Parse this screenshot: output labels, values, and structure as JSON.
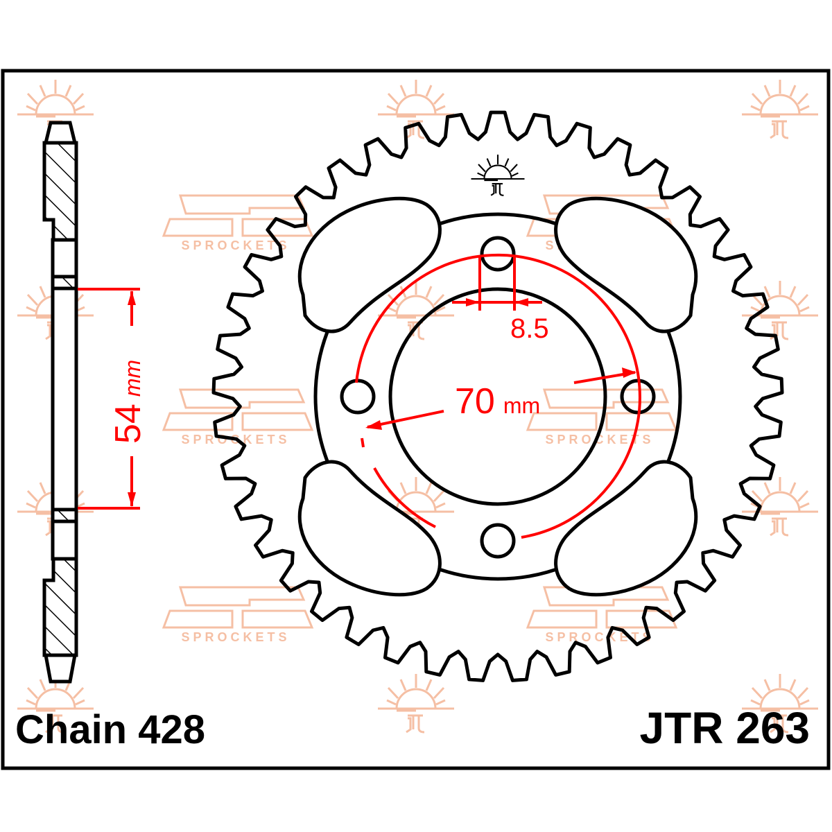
{
  "part": {
    "code": "JTR 263",
    "chain_label": "Chain 428",
    "teeth": 41
  },
  "dimensions": {
    "bolt_hole_diameter": "8.5",
    "pcd_value": "70",
    "pcd_unit": "mm",
    "hub_offset_value": "54",
    "hub_offset_unit": "mm"
  },
  "watermark": {
    "brand_text": "SPROCKETS",
    "logo": "jt-sun-logo-icon",
    "color": "#f4b89a"
  },
  "colors": {
    "outline": "#000000",
    "dimension": "#ff0000",
    "watermark": "#f4b89a",
    "background": "#ffffff"
  }
}
